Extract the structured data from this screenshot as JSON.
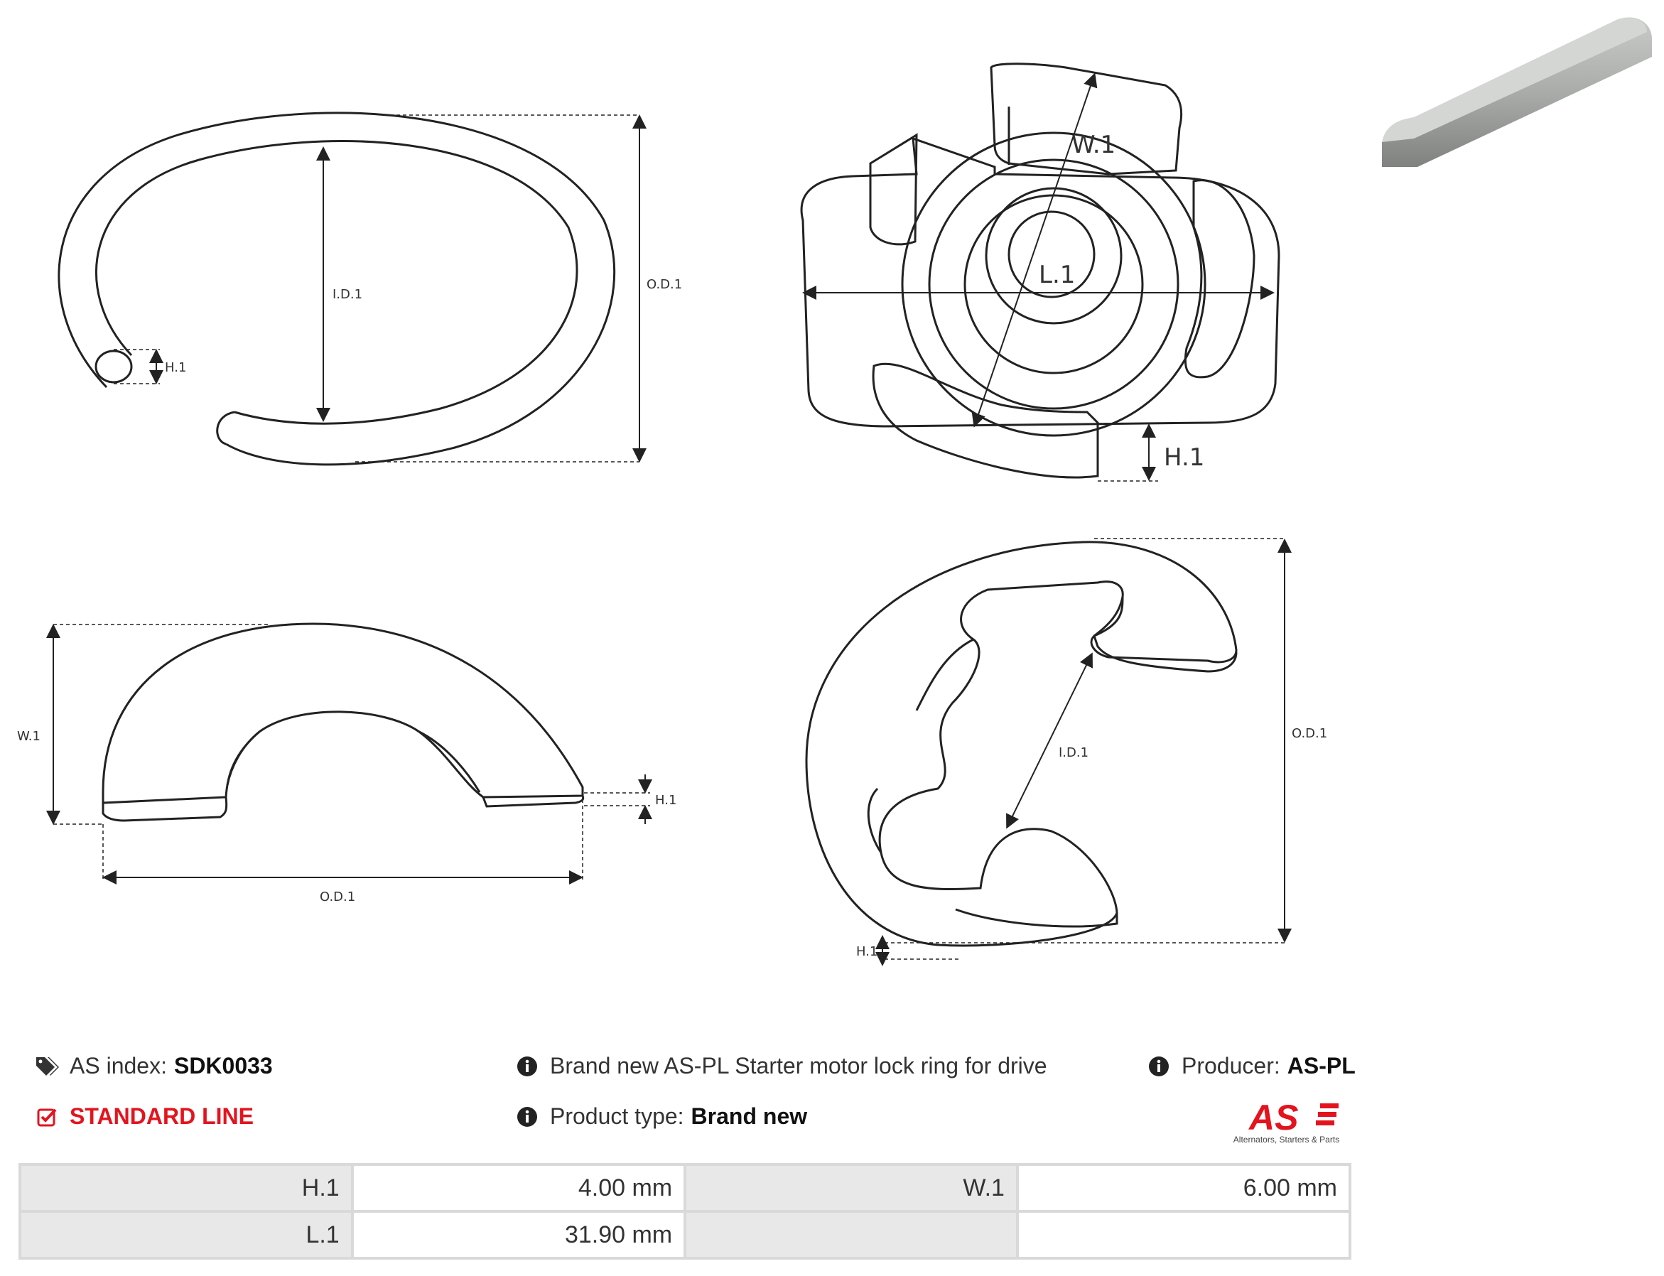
{
  "drawing_labels": {
    "ring": {
      "od": "O.D.1",
      "id": "I.D.1",
      "h": "H.1"
    },
    "assembly": {
      "w": "W.1",
      "l": "L.1",
      "h": "H.1"
    },
    "half_ring": {
      "w": "W.1",
      "od": "O.D.1",
      "h": "H.1"
    },
    "e_clip": {
      "od": "O.D.1",
      "id": "I.D.1",
      "h": "H.1"
    }
  },
  "info": {
    "as_index_label": "AS index:",
    "as_index_value": "SDK0033",
    "standard_line": "STANDARD LINE",
    "description": "Brand new AS-PL Starter motor lock ring for drive",
    "product_type_label": "Product type:",
    "product_type_value": "Brand new",
    "producer_label": "Producer:",
    "producer_value": "AS-PL"
  },
  "logo": {
    "mark": "AS",
    "caption": "Alternators, Starters & Parts"
  },
  "specs": [
    {
      "k1": "H.1",
      "v1": "4.00 mm",
      "k2": "W.1",
      "v2": "6.00 mm"
    },
    {
      "k1": "L.1",
      "v1": "31.90 mm",
      "k2": "",
      "v2": ""
    }
  ],
  "colors": {
    "accent_red": "#e3141e",
    "table_header": "#e8e8e8",
    "table_border": "#d9d9d9"
  },
  "icons": {
    "tags": "tags-icon",
    "info": "info-icon",
    "check": "check-square-icon"
  }
}
